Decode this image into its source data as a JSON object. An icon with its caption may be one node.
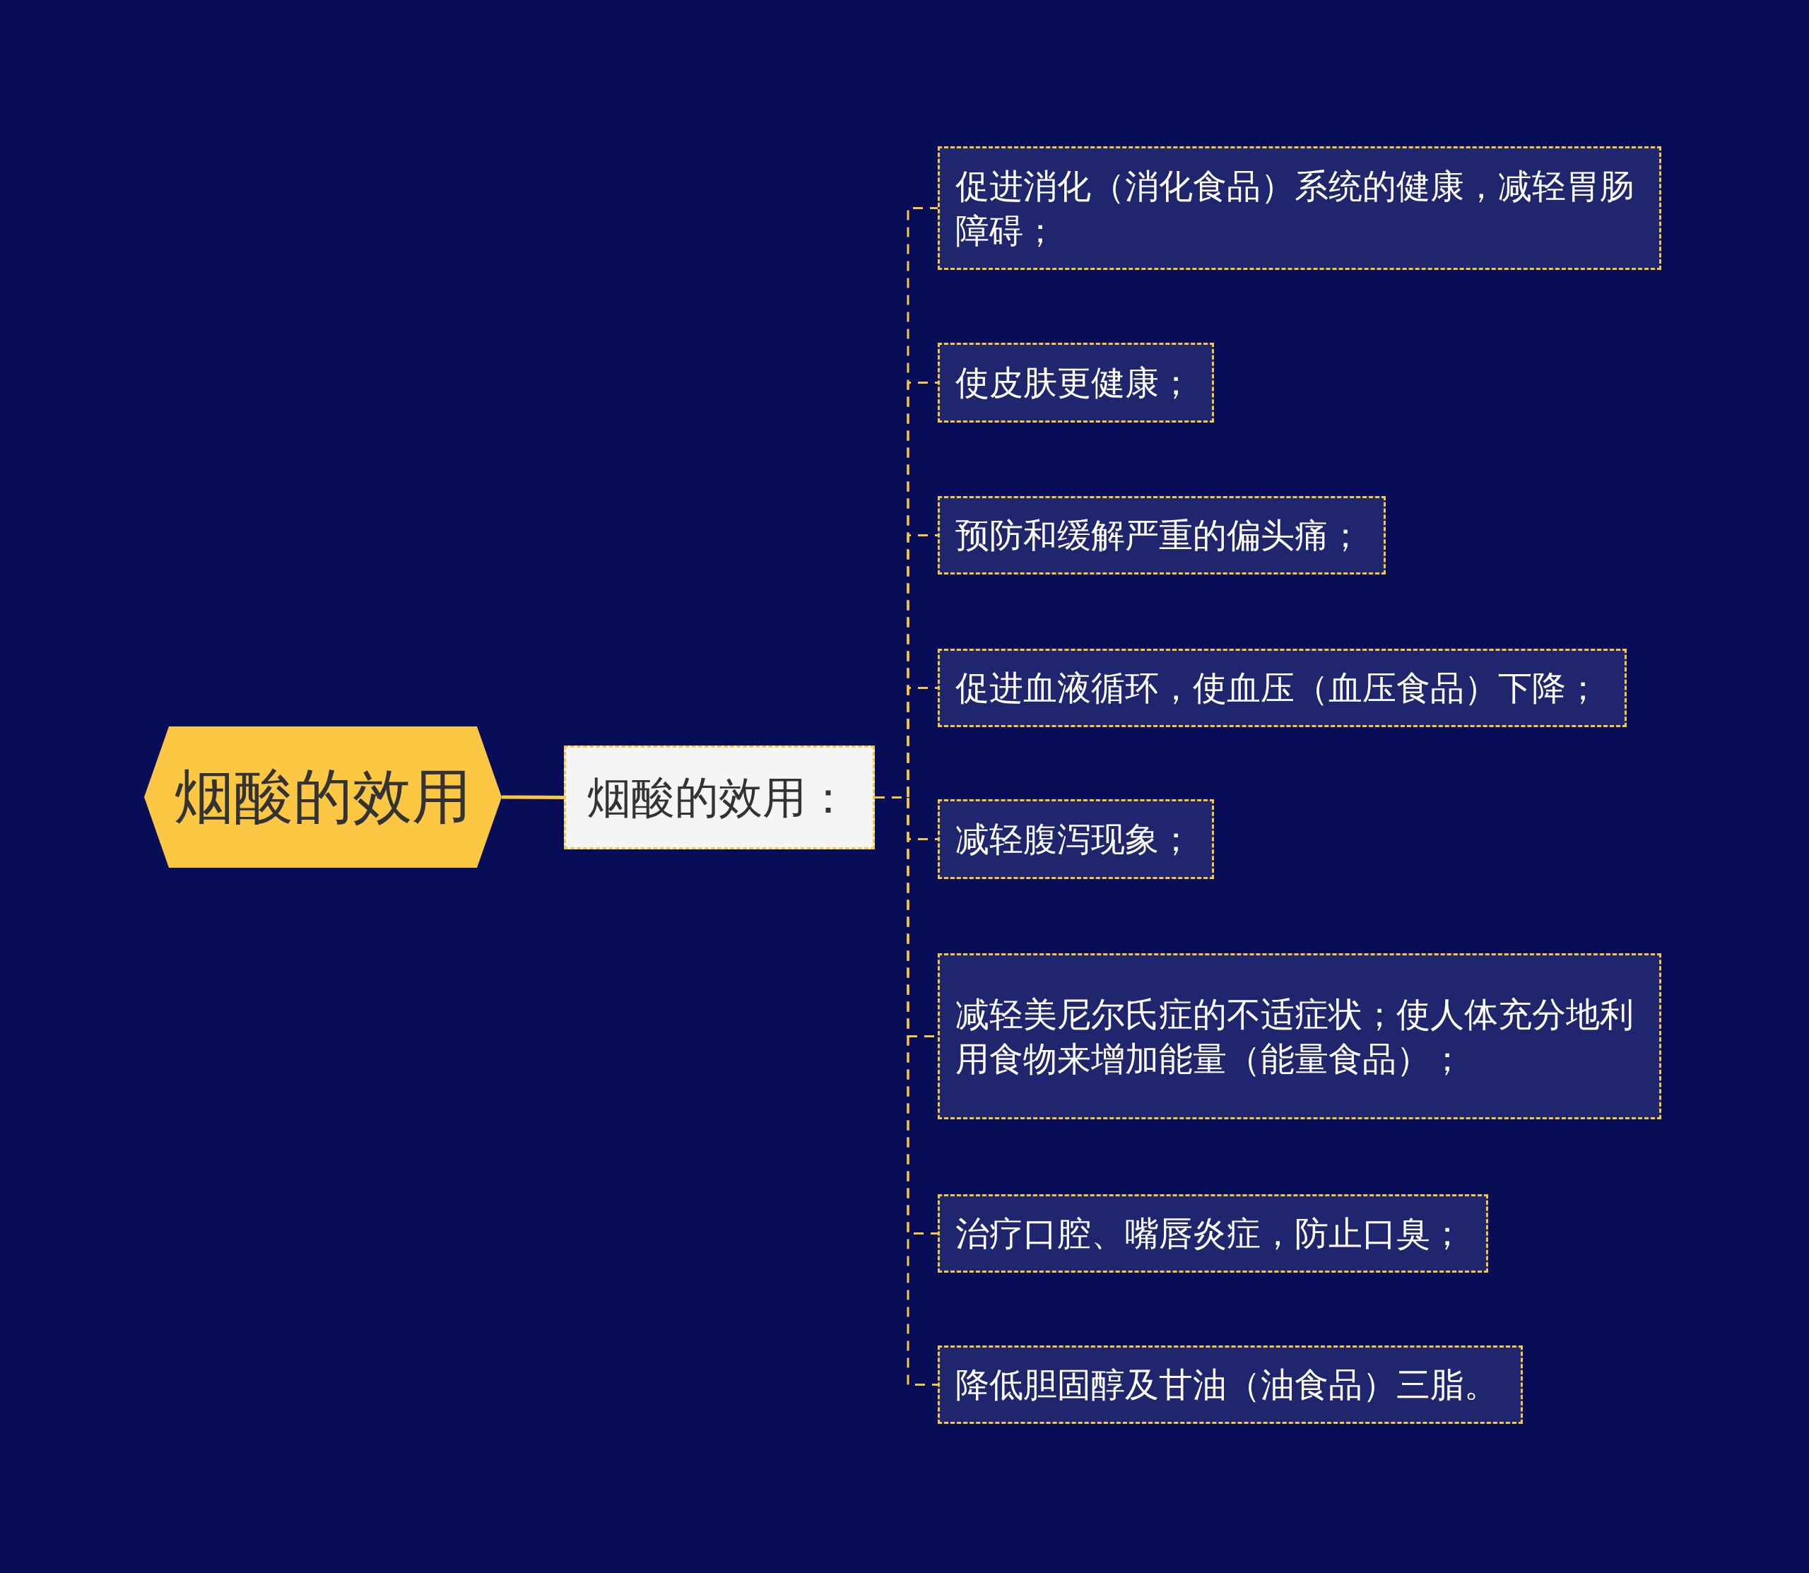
{
  "diagram": {
    "nodes": [
      {
        "text": [
          "烟酸的效用"
        ]
      },
      {
        "text": [
          "烟酸的效用："
        ]
      },
      {
        "text": [
          "促进消化（消化食品）系统的健康，减轻胃肠障碍；"
        ]
      },
      {
        "text": [
          "使皮肤更健康；"
        ]
      },
      {
        "text": [
          "预防和缓解严重的偏头痛；"
        ]
      },
      {
        "text": [
          "促进血液循环，使血压（血压食品）下降；"
        ]
      },
      {
        "text": [
          "减轻腹泻现象；"
        ]
      },
      {
        "text": [
          "减轻美尼尔氏症的不适症状；使人体充分地利用食物来增加能量（能量食品）；"
        ]
      },
      {
        "text": [
          "治疗口腔、嘴唇炎症，防止口臭；"
        ]
      },
      {
        "text": [
          "降低胆固醇及甘油（油食品）三脂。"
        ]
      }
    ],
    "edges": [
      {
        "from": 0,
        "to": 1,
        "arrow": "none"
      },
      {
        "from": 1,
        "to": 2,
        "arrow": "none",
        "style": "dashed"
      },
      {
        "from": 1,
        "to": 3,
        "arrow": "none",
        "style": "dashed"
      },
      {
        "from": 1,
        "to": 4,
        "arrow": "none",
        "style": "dashed"
      },
      {
        "from": 1,
        "to": 5,
        "arrow": "none",
        "style": "dashed"
      },
      {
        "from": 1,
        "to": 6,
        "arrow": "none",
        "style": "dashed"
      },
      {
        "from": 1,
        "to": 7,
        "arrow": "none",
        "style": "dashed"
      },
      {
        "from": 1,
        "to": 8,
        "arrow": "none",
        "style": "dashed"
      },
      {
        "from": 1,
        "to": 9,
        "arrow": "none",
        "style": "dashed"
      }
    ]
  }
}
